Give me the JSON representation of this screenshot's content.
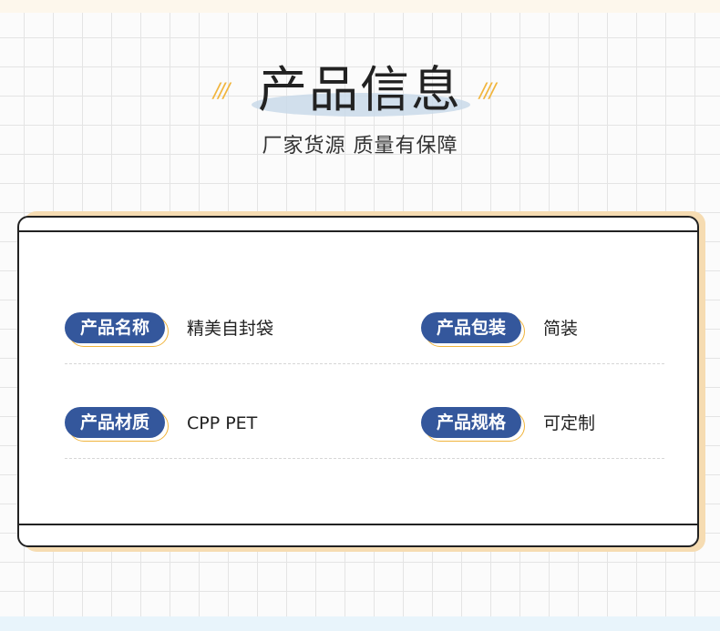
{
  "header": {
    "title": "产品信息",
    "subtitle": "厂家货源 质量有保障",
    "slash_left": "///",
    "slash_right": "///"
  },
  "fields": [
    {
      "label": "产品名称",
      "value": "精美自封袋"
    },
    {
      "label": "产品包装",
      "value": "简装"
    },
    {
      "label": "产品材质",
      "value": "CPP PET"
    },
    {
      "label": "产品规格",
      "value": "可定制"
    }
  ],
  "colors": {
    "pill_bg": "#34579c",
    "accent_orange": "#f0b43c",
    "card_shadow": "#f6dcb2",
    "brush": "#c9d9e9"
  }
}
